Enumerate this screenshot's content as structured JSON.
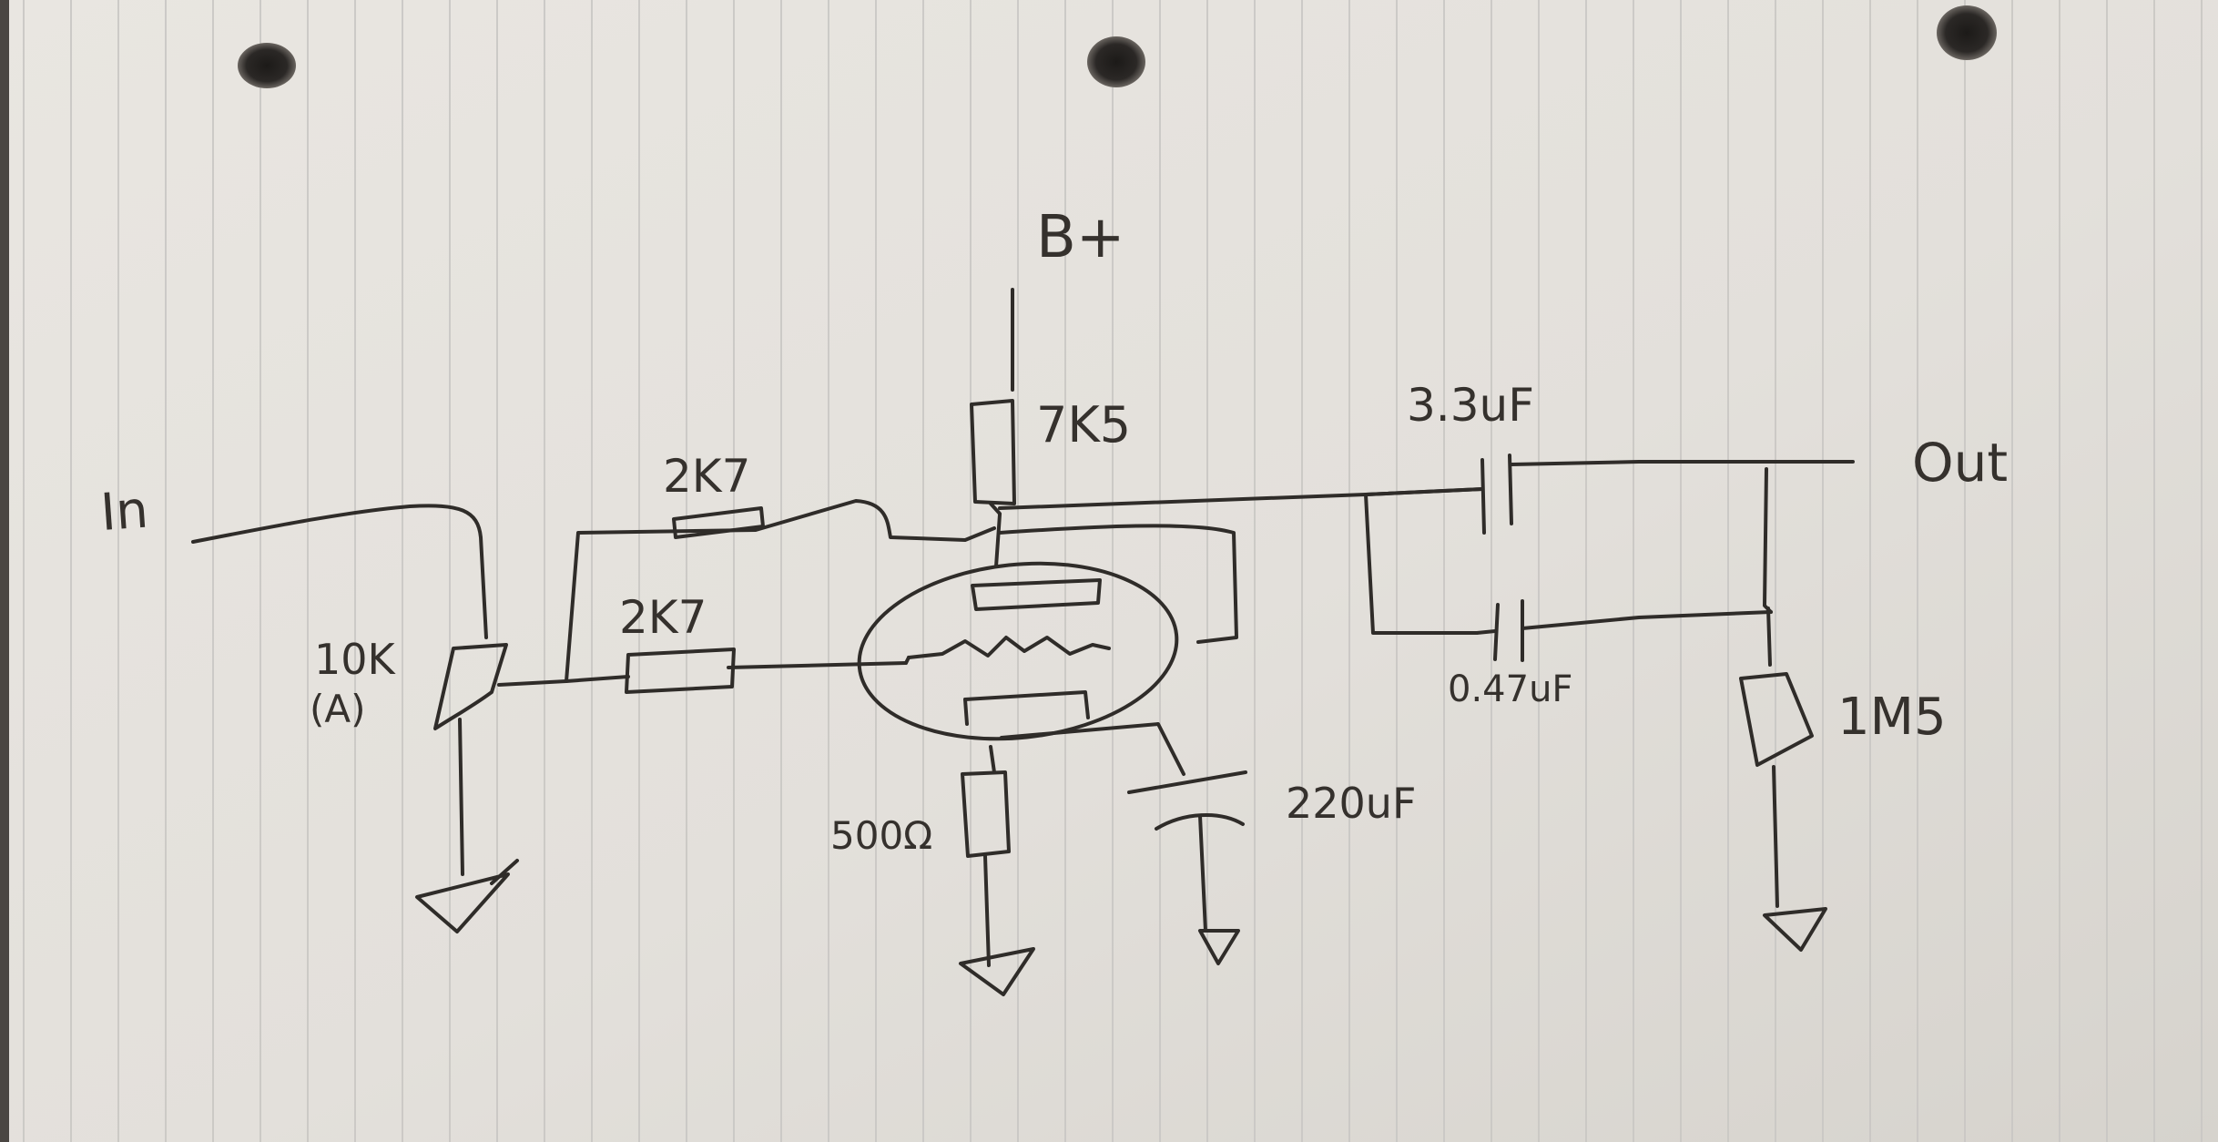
{
  "diagram": {
    "labels": {
      "input": "In",
      "supply": "B+",
      "plate_resistor": "7K5",
      "feedback_resistor_1": "2K7",
      "feedback_resistor_2": "2K7",
      "volume_pot_value": "10K",
      "volume_pot_taper": "(A)",
      "cathode_resistor": "500Ω",
      "cathode_capacitor": "220uF",
      "coupling_capacitor": "3.3uF",
      "bypass_capacitor": "0.47uF",
      "output_resistor": "1M5",
      "output": "Out"
    }
  }
}
